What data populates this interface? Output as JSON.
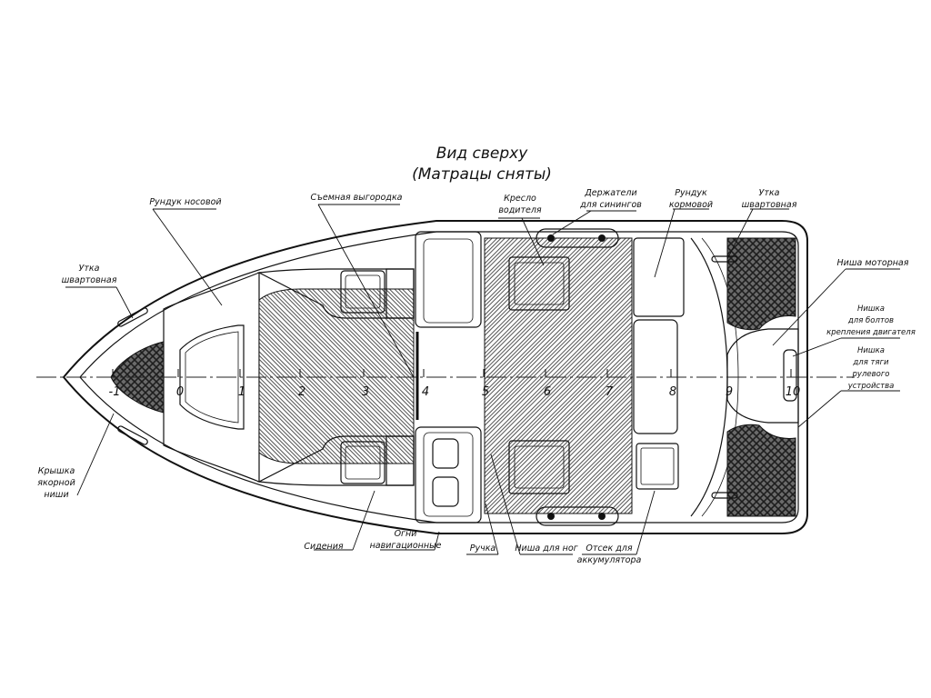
{
  "title": {
    "line1": "Вид сверху",
    "line2": "(Матрацы сняты)"
  },
  "stations": [
    "-1",
    "0",
    "1",
    "2",
    "3",
    "4",
    "5",
    "6",
    "7",
    "8",
    "9",
    "10"
  ],
  "labels": {
    "bow_locker": "Рундук носовой",
    "removable_partition": "Съемная выгородка",
    "driver_seat": [
      "Кресло",
      "водителя"
    ],
    "ski_holders": [
      "Держатели",
      "для синингов"
    ],
    "stern_locker": [
      "Рундук",
      "кормовой"
    ],
    "stern_cleat": [
      "Утка",
      "швартовная"
    ],
    "motor_well": "Ниша моторная",
    "engine_bolt_niche": [
      "Нишка",
      "для болтов",
      "крепления двигателя"
    ],
    "steering_rod_niche": [
      "Нишка",
      "для тяги",
      "рулевого",
      "устройства"
    ],
    "bow_cleat": [
      "Утка",
      "швартовная"
    ],
    "anchor_hatch": [
      "Крышка",
      "якорной",
      "ниши"
    ],
    "seats": "Сидения",
    "nav_lights": [
      "Огни",
      "навигационные"
    ],
    "handle": "Ручка",
    "foot_niche": "Ниша для ног",
    "battery_compartment": [
      "Отсек для",
      "аккумулятора"
    ]
  },
  "colors": {
    "line": "#111111",
    "background": "#ffffff",
    "hatch": "#1a1a1a"
  }
}
